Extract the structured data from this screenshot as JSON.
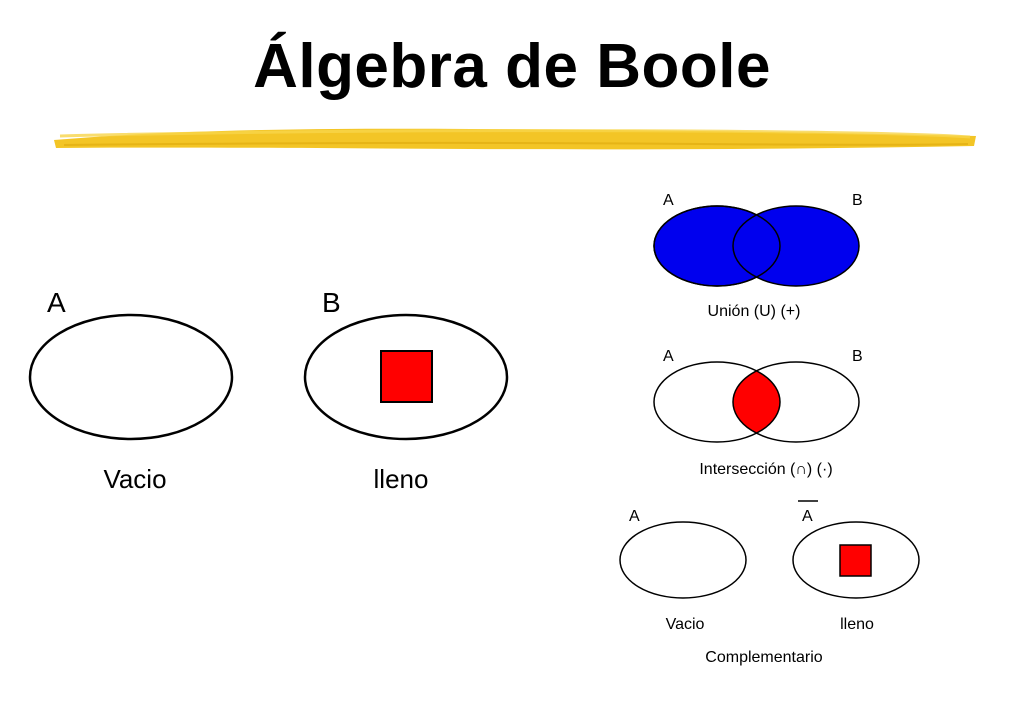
{
  "title": "Álgebra de Boole",
  "colors": {
    "union_fill": "#0000ee",
    "intersection_fill": "#ff0000",
    "square_fill": "#ff0000",
    "stroke": "#000000",
    "brush": "#f2c21a"
  },
  "large_sets": {
    "set_a": {
      "letter": "A",
      "caption": "Vacio"
    },
    "set_b": {
      "letter": "B",
      "caption": "lleno"
    }
  },
  "union": {
    "label_a": "A",
    "label_b": "B",
    "caption": "Unión  (U) (+)"
  },
  "intersection": {
    "label_a": "A",
    "label_b": "B",
    "caption": "Intersección (∩) (·)"
  },
  "complement": {
    "label_a": "A",
    "label_a_bar": "A",
    "caption_a": "Vacio",
    "caption_a_bar": "lleno",
    "caption": "Complementario"
  }
}
